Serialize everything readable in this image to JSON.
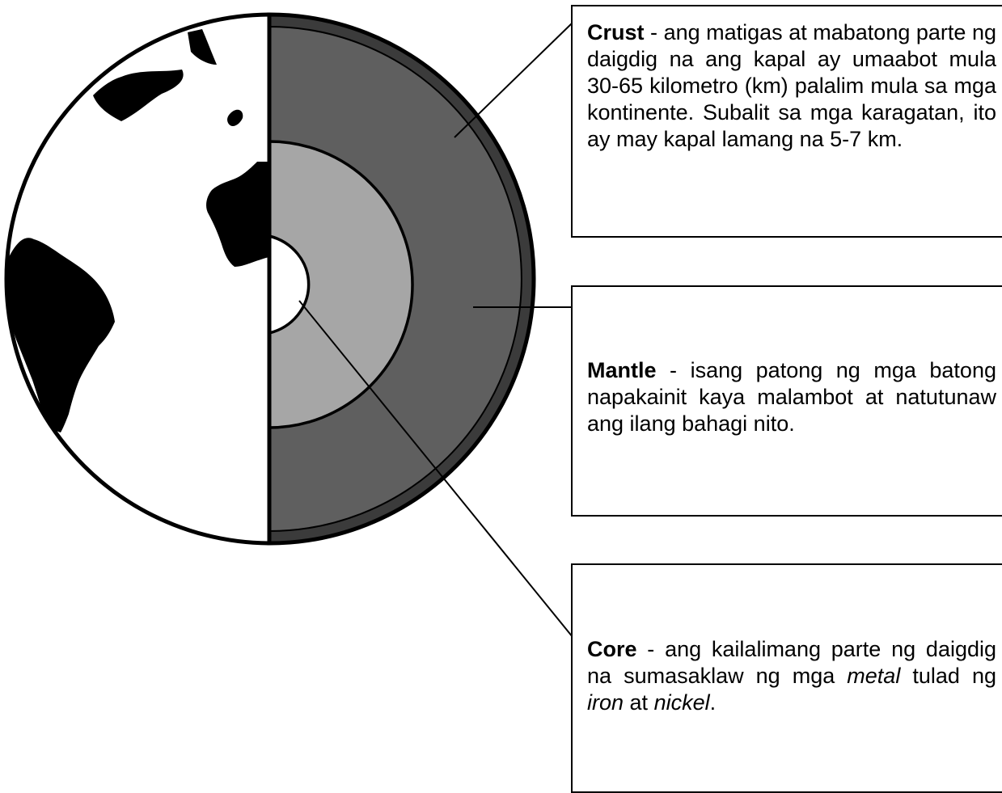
{
  "layers": {
    "crust": {
      "term": "Crust",
      "description": " - ang matigas at mabatong parte ng daigdig na ang kapal ay umaabot mula 30-65 kilometro (km) palalim mula sa mga kontinente. Subalit sa mga karagatan, ito ay may kapal lamang na 5-7 km."
    },
    "mantle": {
      "term": "Mantle",
      "description": " - isang patong ng mga batong napakainit kaya malambot at natutunaw ang ilang bahagi nito."
    },
    "core": {
      "term": "Core",
      "desc_part1": " - ang kailalimang parte ng daigdig na sumasaklaw ng mga ",
      "italic_metal": "metal",
      "desc_part2": " tulad ng ",
      "italic_iron": "iron",
      "desc_part3": " at ",
      "italic_nickel": "nickel",
      "desc_part4": "."
    }
  },
  "colors": {
    "crust": "#3b3b3b",
    "mantle": "#5f5f5f",
    "outer_core": "#a6a6a6",
    "inner_core": "#ffffff",
    "land": "#000000",
    "ocean": "#ffffff"
  }
}
